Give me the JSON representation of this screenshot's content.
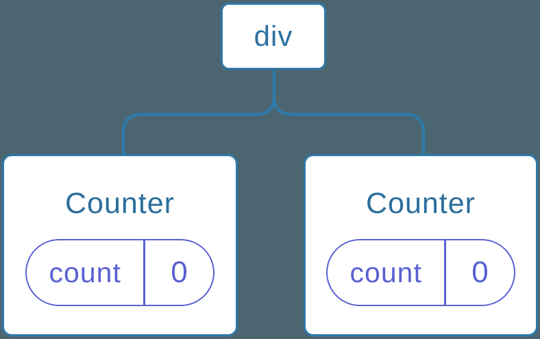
{
  "diagram": {
    "background_color": "#4c6671",
    "stroke_color": "#2f7aa9",
    "node_text_color": "#2c70a0",
    "title_text_color": "#2b6d9b",
    "state_color": "#5a61d2",
    "card_background": "#ffffff",
    "root": {
      "label": "div"
    },
    "children": [
      {
        "title": "Counter",
        "state": {
          "key": "count",
          "value": "0"
        }
      },
      {
        "title": "Counter",
        "state": {
          "key": "count",
          "value": "0"
        }
      }
    ]
  }
}
